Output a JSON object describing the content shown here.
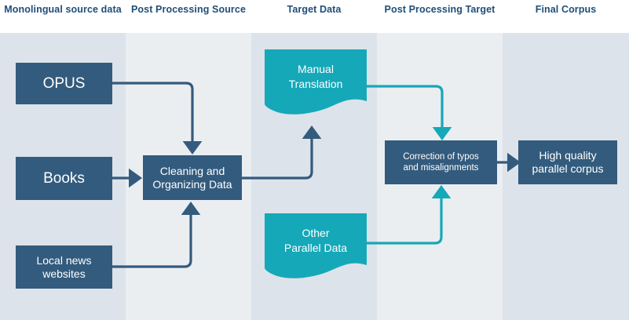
{
  "diagram": {
    "title_colors": {
      "header_text": "#1f4e79",
      "band_dark": "#dde3ea",
      "band_light": "#ebeef1",
      "node_blue": "#335b7d",
      "node_teal": "#15a8b8",
      "arrow_blue": "#335b7d",
      "arrow_teal": "#15a8b8",
      "page_background": "#ffffff"
    },
    "columns": [
      {
        "id": "col-monolingual-source-data",
        "label": "Monolingual\nsource data",
        "band": "dark"
      },
      {
        "id": "col-post-processing-source",
        "label": "Post Processing\nSource",
        "band": "light"
      },
      {
        "id": "col-target-data",
        "label": "Target Data",
        "band": "dark"
      },
      {
        "id": "col-post-processing-target",
        "label": "Post Processing\nTarget",
        "band": "light"
      },
      {
        "id": "col-final-corpus",
        "label": "Final Corpus",
        "band": "dark"
      }
    ],
    "nodes": {
      "opus": "OPUS",
      "books": "Books",
      "local_news": "Local news\nwebsites",
      "cleaning": "Cleaning and\nOrganizing Data",
      "manual_translation": "Manual\nTranslation",
      "other_parallel_data": "Other\nParallel Data",
      "correction": "Correction of typos\nand misalignments",
      "final_corpus": "High quality\nparallel corpus"
    }
  }
}
